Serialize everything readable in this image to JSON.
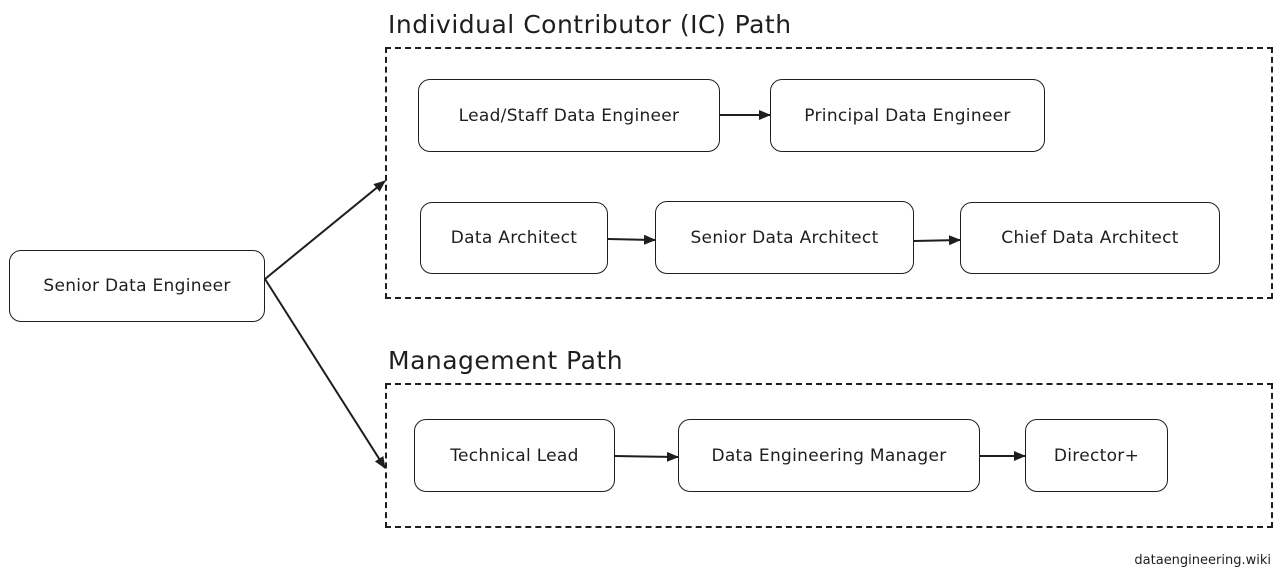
{
  "colors": {
    "stroke": "#1e1e1e",
    "background": "#ffffff"
  },
  "groups": {
    "ic": {
      "title": "Individual Contributor (IC) Path"
    },
    "management": {
      "title": "Management Path"
    }
  },
  "nodes": {
    "senior_data_engineer": "Senior Data Engineer",
    "lead_staff_data_engineer": "Lead/Staff Data Engineer",
    "principal_data_engineer": "Principal Data Engineer",
    "data_architect": "Data Architect",
    "senior_data_architect": "Senior Data Architect",
    "chief_data_architect": "Chief Data Architect",
    "technical_lead": "Technical Lead",
    "data_engineering_manager": "Data Engineering Manager",
    "director_plus": "Director+"
  },
  "edges": [
    {
      "from": "senior_data_engineer",
      "to": "ic_group"
    },
    {
      "from": "senior_data_engineer",
      "to": "management_group"
    },
    {
      "from": "lead_staff_data_engineer",
      "to": "principal_data_engineer"
    },
    {
      "from": "data_architect",
      "to": "senior_data_architect"
    },
    {
      "from": "senior_data_architect",
      "to": "chief_data_architect"
    },
    {
      "from": "technical_lead",
      "to": "data_engineering_manager"
    },
    {
      "from": "data_engineering_manager",
      "to": "director_plus"
    }
  ],
  "watermark": "dataengineering.wiki"
}
